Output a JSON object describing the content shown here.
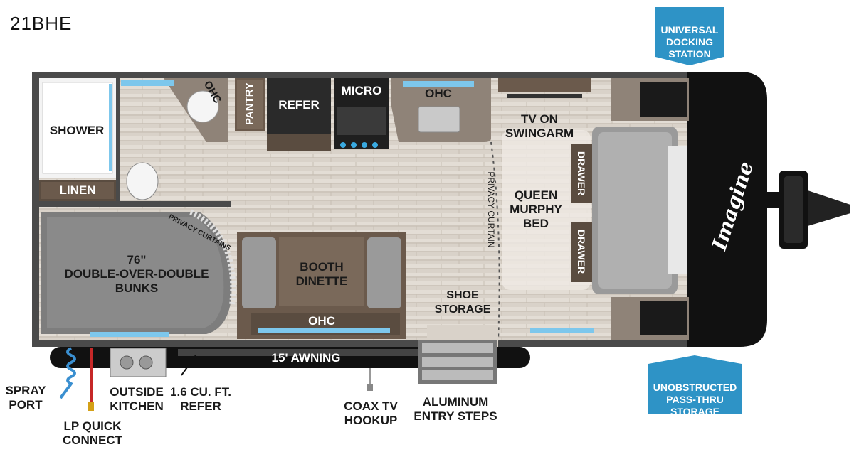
{
  "model": "21BHE",
  "callouts": {
    "docking": "UNIVERSAL\nDOCKING\nSTATION",
    "storage": "UNOBSTRUCTED\nPASS-THRU\nSTORAGE"
  },
  "rooms": {
    "shower": "SHOWER",
    "linen": "LINEN",
    "ohc_bath": "OHC",
    "pantry": "PANTRY",
    "refer": "REFER",
    "micro": "MICRO",
    "ohc_kitchen": "OHC",
    "tv": "TV ON\nSWINGARM",
    "drawer_top": "DRAWER",
    "drawer_bottom": "DRAWER",
    "privacy_curtain": "PRIVACY CURTAIN",
    "murphy_bed": "QUEEN\nMURPHY\nBED",
    "privacy_curtains": "PRIVACY CURTAINS",
    "bunks": "76\"\nDOUBLE-OVER-DOUBLE\nBUNKS",
    "dinette": "BOOTH\nDINETTE",
    "ohc_dinette": "OHC",
    "shoe_storage": "SHOE\nSTORAGE",
    "awning": "15' AWNING"
  },
  "brand": "Imagine",
  "exterior": {
    "spray_port": "SPRAY\nPORT",
    "lp_quick_connect": "LP QUICK\nCONNECT",
    "outside_kitchen": "OUTSIDE\nKITCHEN",
    "outside_refer": "1.6 CU. FT.\nREFER",
    "coax": "COAX TV\nHOOKUP",
    "steps": "ALUMINUM\nENTRY STEPS"
  },
  "colors": {
    "callout": "#2e93c6",
    "wall": "#4a4a4a",
    "floor": "#d9d2c9",
    "cabinet": "#6b5a4c",
    "front_cap": "#111111"
  }
}
